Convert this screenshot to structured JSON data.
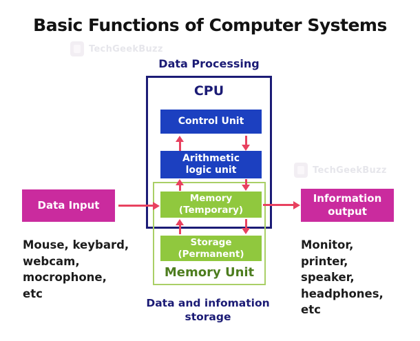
{
  "title": "Basic Functions of Computer Systems",
  "watermark": {
    "text": "TechGeekBuzz"
  },
  "diagram": {
    "data_processing_label": "Data Processing",
    "cpu": {
      "label": "CPU",
      "control_unit": "Control Unit",
      "alu": "Arithmetic\nlogic unit"
    },
    "memory_unit": {
      "label": "Memory Unit",
      "memory": "Memory\n(Temporary)",
      "storage": "Storage\n(Permanent)"
    },
    "storage_caption": "Data and infomation\nstorage",
    "input": {
      "label": "Data Input",
      "devices": "Mouse, keybard,\nwebcam,\nmocrophone,\netc"
    },
    "output": {
      "label": "Information\noutput",
      "devices": "Monitor,\nprinter,\nspeaker,\nheadphones,\netc"
    }
  },
  "colors": {
    "navy": "#1b1b75",
    "blue_fill": "#1c40c0",
    "green_fill": "#90c83e",
    "green_border": "#a9cf66",
    "green_text": "#4d7d1f",
    "magenta_fill": "#ca2b9e",
    "arrow": "#e8415f",
    "title_text": "#121212"
  }
}
